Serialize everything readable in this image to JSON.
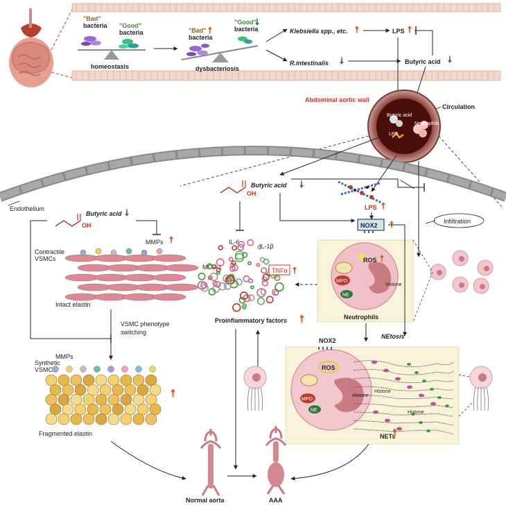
{
  "title": {
    "abdominal_wall": "Abdominal aortic wall",
    "circulation": "Circulation"
  },
  "gut": {
    "bad_quote": "\"Bad\"",
    "good_quote": "\"Good\"",
    "bacteria": "bacteria",
    "homeostasis": "homeostasis",
    "dysbacteriosis": "dysbacteriosis",
    "klebsiella": "Klebsiella spp., etc.",
    "lps": "LPS",
    "r_intestinalis": "R.intestinalis",
    "butyric_acid": "Butyric acid"
  },
  "vessel": {
    "butyric_acid": "Butyric acid",
    "neutrophils": "Neutrophils",
    "lps": "LPS"
  },
  "wall": {
    "endothelium": "Endothelium",
    "butyric_acid": "Butyric acid",
    "oh": "OH",
    "mmps": "MMPs",
    "contractile": "Contractile",
    "vsmcs": "VSMCs",
    "intact_elastin": "Intact elastin",
    "switch_1": "VSMC phenotype",
    "switch_2": "switching",
    "synthetic": "Synthetic",
    "fragmented_elastin": "Fragmented elastin"
  },
  "center": {
    "butyric_acid": "Butyric acid",
    "oh": "OH",
    "lps": "LPS",
    "il6": "IL-6",
    "il1b": "IL-1β",
    "mcp1": "MCP-1",
    "tnfa": "TNFα",
    "proinflammatory": "Proinflammatory factors"
  },
  "neutrophil": {
    "nox2": "NOX2",
    "ros": "ROS",
    "mpo": "MPO",
    "ne": "NE",
    "histone": "Histone",
    "label": "Neutrophils",
    "infiltration": "Infiltration"
  },
  "nets": {
    "nox2": "NOX2",
    "ros": "ROS",
    "mpo": "MPO",
    "ne": "NE",
    "netosis": "NEtosis",
    "histone": "Histone",
    "label": "NETs"
  },
  "bottom": {
    "normal_aorta": "Normal aorta",
    "aaa": "AAA"
  },
  "colors": {
    "up": "#d9642a",
    "down": "#2f5fa8",
    "bad": "#8a6a1a",
    "good": "#3a8a3a",
    "title_red": "#c0392b"
  }
}
